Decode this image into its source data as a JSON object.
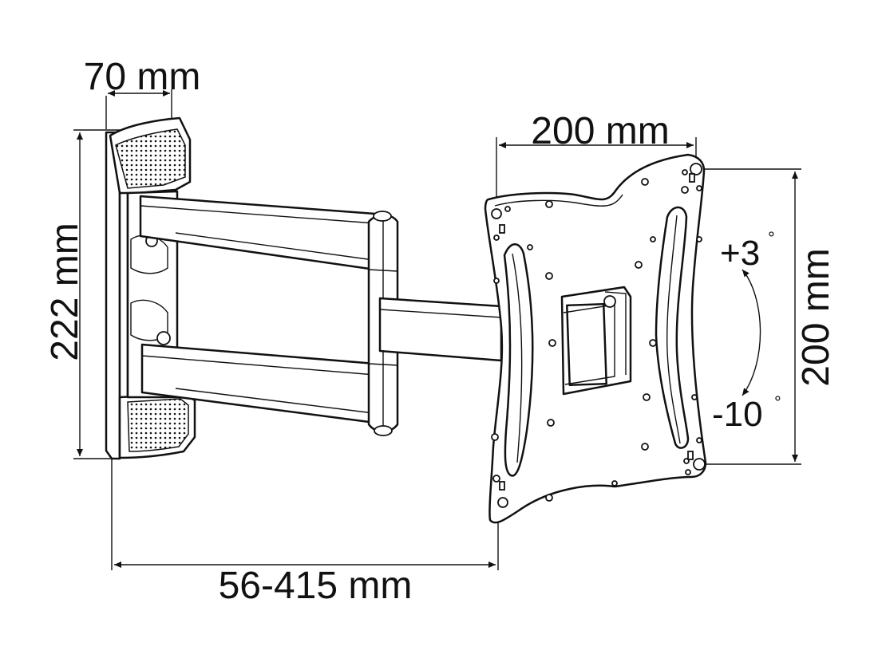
{
  "dimensions": {
    "wall_plate_depth": "70 mm",
    "wall_plate_height": "222 mm",
    "vesa_width": "200 mm",
    "vesa_height": "200 mm",
    "extension_range": "56-415 mm"
  },
  "tilt": {
    "up": "+3",
    "down": "-10",
    "degree_symbol": "°"
  },
  "colors": {
    "line": "#111111",
    "background": "#ffffff"
  }
}
